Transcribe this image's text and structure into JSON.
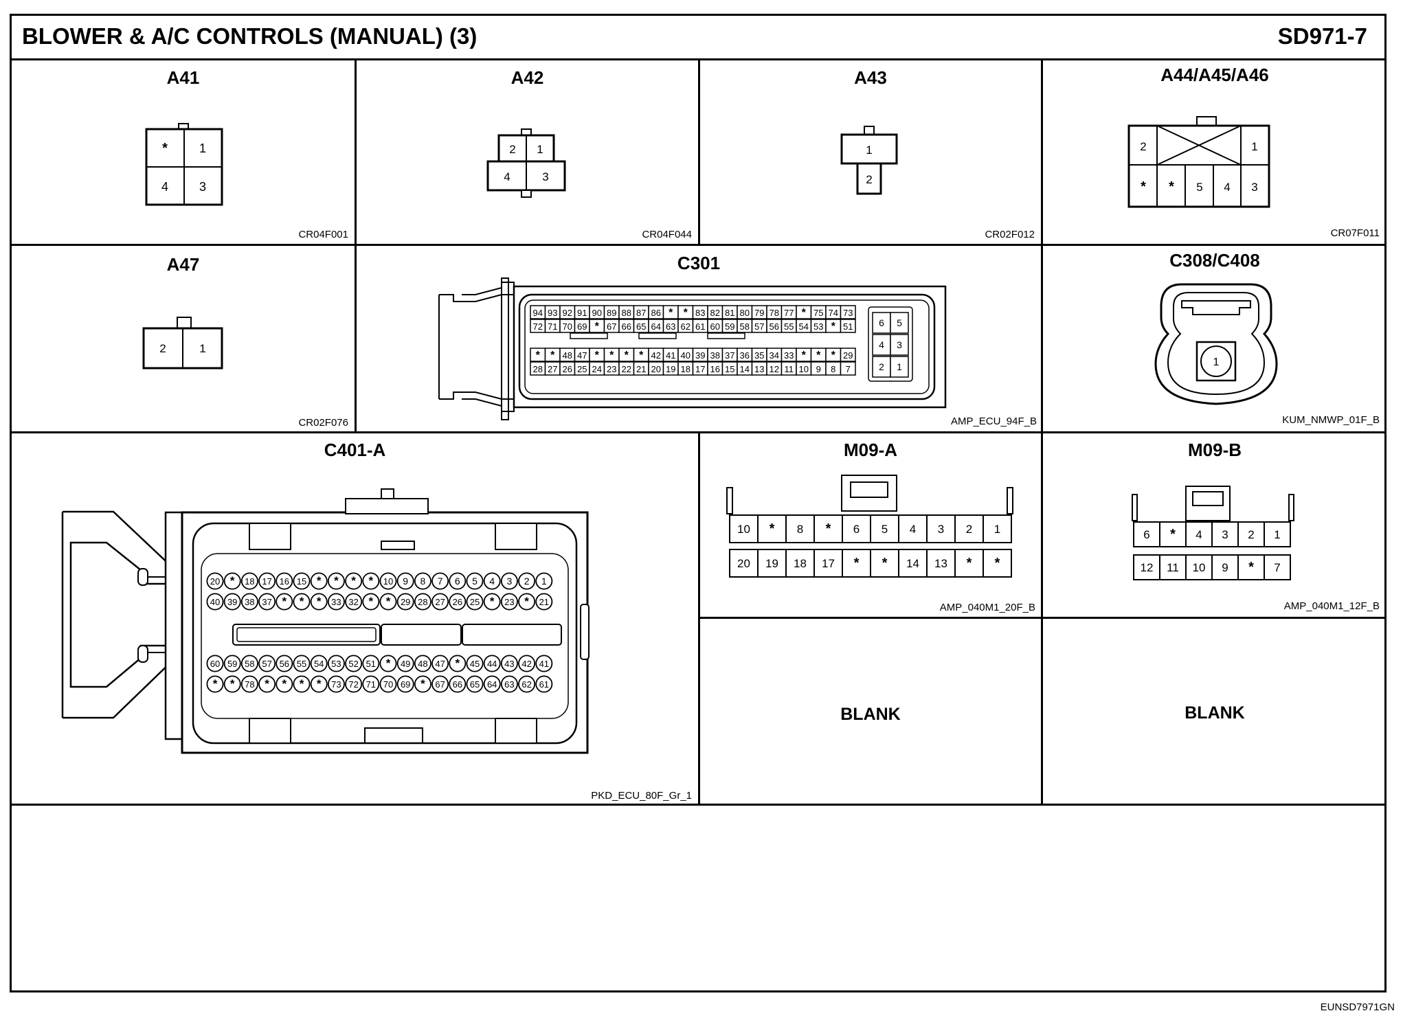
{
  "header": {
    "title": "BLOWER & A/C CONTROLS (MANUAL) (3)",
    "page_code": "SD971-7"
  },
  "footer": {
    "doc_code": "EUNSD7971GN"
  },
  "connectors": {
    "a41": {
      "name": "A41",
      "code": "CR04F001",
      "pins": [
        "*",
        "1",
        "4",
        "3"
      ]
    },
    "a42": {
      "name": "A42",
      "code": "CR04F044",
      "pins": [
        "2",
        "1",
        "4",
        "3"
      ]
    },
    "a43": {
      "name": "A43",
      "code": "CR02F012",
      "pins": [
        "1",
        "2"
      ]
    },
    "a44": {
      "name": "A44/A45/A46",
      "code": "CR07F011",
      "pins": [
        "2",
        "1",
        "*",
        "*",
        "5",
        "4",
        "3"
      ]
    },
    "a47": {
      "name": "A47",
      "code": "CR02F076",
      "pins": [
        "2",
        "1"
      ]
    },
    "c301": {
      "name": "C301",
      "code": "AMP_ECU_94F_B",
      "row1": [
        "94",
        "93",
        "92",
        "91",
        "90",
        "89",
        "88",
        "87",
        "86",
        "*",
        "*",
        "83",
        "82",
        "81",
        "80",
        "79",
        "78",
        "77",
        "*",
        "75",
        "74",
        "73"
      ],
      "row2": [
        "72",
        "71",
        "70",
        "69",
        "*",
        "67",
        "66",
        "65",
        "64",
        "63",
        "62",
        "61",
        "60",
        "59",
        "58",
        "57",
        "56",
        "55",
        "54",
        "53",
        "*",
        "51"
      ],
      "row3": [
        "*",
        "*",
        "48",
        "47",
        "*",
        "*",
        "*",
        "*",
        "42",
        "41",
        "40",
        "39",
        "38",
        "37",
        "36",
        "35",
        "34",
        "33",
        "*",
        "*",
        "*",
        "29"
      ],
      "row4": [
        "28",
        "27",
        "26",
        "25",
        "24",
        "23",
        "22",
        "21",
        "20",
        "19",
        "18",
        "17",
        "16",
        "15",
        "14",
        "13",
        "12",
        "11",
        "10",
        "9",
        "8",
        "7"
      ],
      "side": [
        [
          "6",
          "5"
        ],
        [
          "4",
          "3"
        ],
        [
          "2",
          "1"
        ]
      ]
    },
    "c308": {
      "name": "C308/C408",
      "code": "KUM_NMWP_01F_B",
      "pins": [
        "1"
      ]
    },
    "c401": {
      "name": "C401-A",
      "code": "PKD_ECU_80F_Gr_1",
      "row1": [
        "20",
        "*",
        "18",
        "17",
        "16",
        "15",
        "*",
        "*",
        "*",
        "*",
        "10",
        "9",
        "8",
        "7",
        "6",
        "5",
        "4",
        "3",
        "2",
        "1"
      ],
      "row2": [
        "40",
        "39",
        "38",
        "37",
        "*",
        "*",
        "*",
        "33",
        "32",
        "*",
        "*",
        "29",
        "28",
        "27",
        "26",
        "25",
        "*",
        "23",
        "*",
        "21"
      ],
      "row3": [
        "60",
        "59",
        "58",
        "57",
        "56",
        "55",
        "54",
        "53",
        "52",
        "51",
        "*",
        "49",
        "48",
        "47",
        "*",
        "45",
        "44",
        "43",
        "42",
        "41"
      ],
      "row4": [
        "*",
        "*",
        "78",
        "*",
        "*",
        "*",
        "*",
        "73",
        "72",
        "71",
        "70",
        "69",
        "*",
        "67",
        "66",
        "65",
        "64",
        "63",
        "62",
        "61"
      ]
    },
    "m09a": {
      "name": "M09-A",
      "code": "AMP_040M1_20F_B",
      "row1": [
        "10",
        "*",
        "8",
        "*",
        "6",
        "5",
        "4",
        "3",
        "2",
        "1"
      ],
      "row2": [
        "20",
        "19",
        "18",
        "17",
        "*",
        "*",
        "14",
        "13",
        "*",
        "*"
      ]
    },
    "m09b": {
      "name": "M09-B",
      "code": "AMP_040M1_12F_B",
      "row1": [
        "6",
        "*",
        "4",
        "3",
        "2",
        "1"
      ],
      "row2": [
        "12",
        "11",
        "10",
        "9",
        "*",
        "7"
      ]
    }
  },
  "blanks": {
    "left": "BLANK",
    "right": "BLANK"
  }
}
